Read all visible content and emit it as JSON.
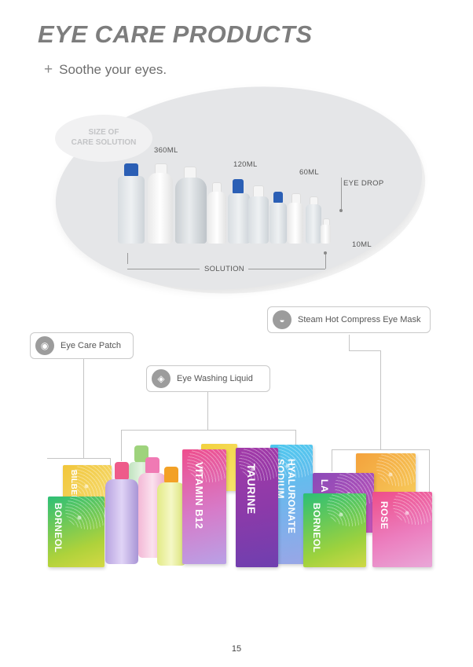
{
  "header": {
    "title": "EYE CARE PRODUCTS",
    "plus": "+",
    "subtitle": "Soothe your eyes."
  },
  "sizes": {
    "bubble_line1": "SIZE OF",
    "bubble_line2": "CARE SOLUTION",
    "label_360": "360ML",
    "label_120": "120ML",
    "label_60": "60ML",
    "label_eye_drop": "EYE DROP",
    "label_10": "10ML",
    "label_solution": "SOLUTION"
  },
  "categories": {
    "steam": {
      "label": "Steam Hot Compress Eye Mask",
      "icon": "eye-mask-icon"
    },
    "patch": {
      "label": "Eye Care Patch",
      "icon": "eye-patch-icon"
    },
    "washing": {
      "label": "Eye Washing Liquid",
      "icon": "eye-wash-icon"
    }
  },
  "products": {
    "borneol_left": "BORNEOL",
    "bilberry": "BILBERR",
    "vitamin_b12": "VITAMIN B12",
    "taurine": "TAURINE",
    "sodium": "SODIUM",
    "hyaluronate": "HYALURONATE",
    "la": "LA",
    "borneol_right": "BORNEOL",
    "rose": "ROSE"
  },
  "colors": {
    "title": "#7d7d7d",
    "oval": "#e5e6e8",
    "bottle_cap": "#2b5fb5"
  },
  "page_number": "15"
}
